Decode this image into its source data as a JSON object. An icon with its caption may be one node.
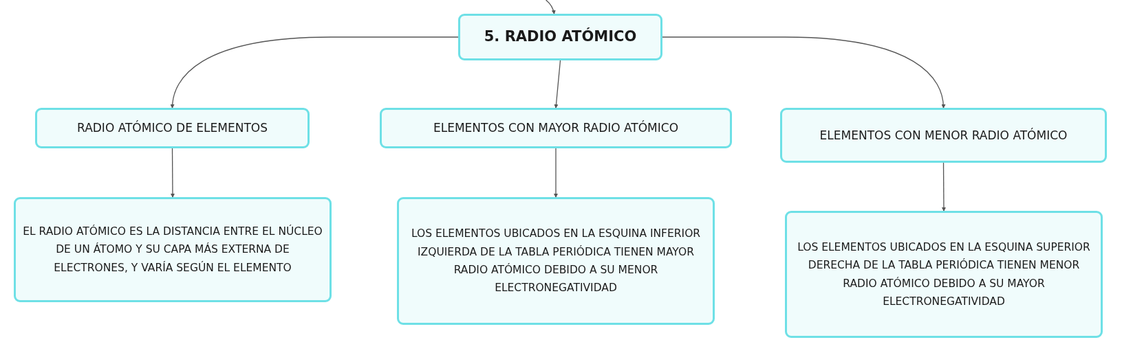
{
  "diagram": {
    "nodes": [
      {
        "text": [
          "5. RADIO ATÓMICO"
        ]
      },
      {
        "text": [
          "RADIO ATÓMICO DE ELEMENTOS"
        ]
      },
      {
        "text": [
          "ELEMENTOS CON MAYOR RADIO ATÓMICO"
        ]
      },
      {
        "text": [
          "ELEMENTOS CON MENOR RADIO ATÓMICO"
        ]
      },
      {
        "text": [
          "EL RADIO ATÓMICO ES LA DISTANCIA ENTRE EL NÚCLEO DE UN ÁTOMO Y SU CAPA MÁS EXTERNA DE ELECTRONES, Y VARÍA SEGÚN EL ELEMENTO"
        ]
      },
      {
        "text": [
          "LOS ELEMENTOS UBICADOS EN LA ESQUINA INFERIOR IZQUIERDA DE LA TABLA PERIÓDICA TIENEN MAYOR RADIO ATÓMICO DEBIDO A SU MENOR ELECTRONEGATIVIDAD"
        ]
      },
      {
        "text": [
          "LOS ELEMENTOS UBICADOS EN LA ESQUINA SUPERIOR DERECHA DE LA TABLA PERIÓDICA TIENEN MENOR RADIO ATÓMICO DEBIDO A SU MAYOR ELECTRONEGATIVIDAD"
        ]
      }
    ],
    "edges": [
      {
        "from": null,
        "to": 0,
        "arrow": "to"
      },
      {
        "from": 0,
        "to": 1,
        "arrow": "to"
      },
      {
        "from": 0,
        "to": 2,
        "arrow": "to"
      },
      {
        "from": 0,
        "to": 3,
        "arrow": "to"
      },
      {
        "from": 1,
        "to": 4,
        "arrow": "to"
      },
      {
        "from": 2,
        "to": 5,
        "arrow": "to"
      },
      {
        "from": 3,
        "to": 6,
        "arrow": "to"
      }
    ]
  }
}
